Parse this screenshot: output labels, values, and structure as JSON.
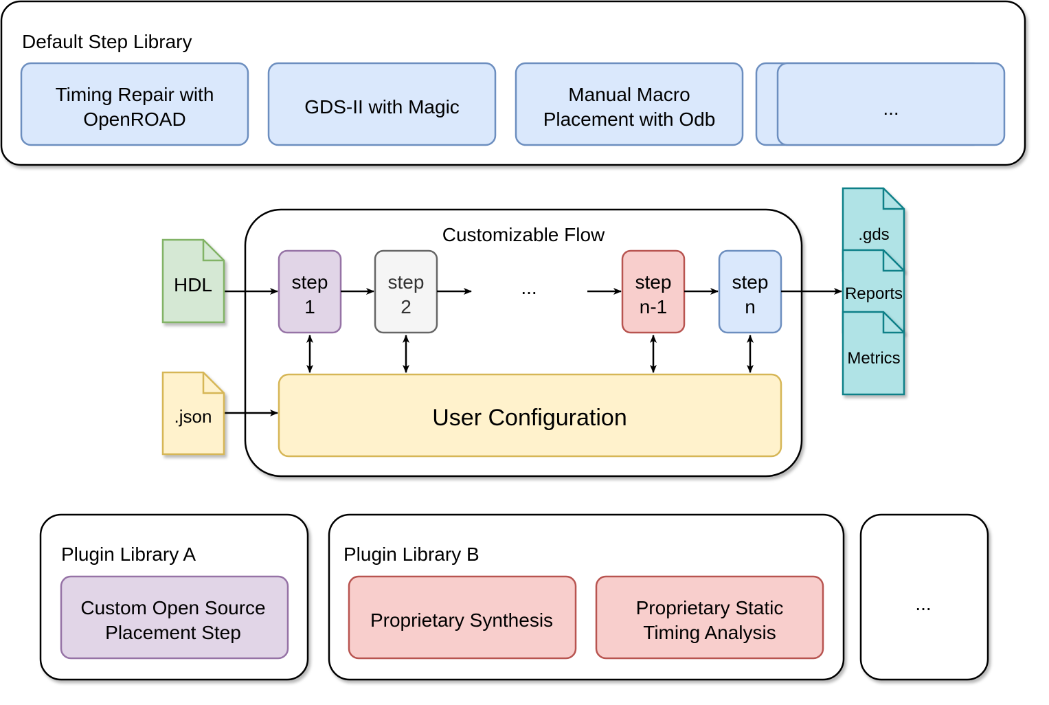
{
  "default_library": {
    "title": "Default Step Library",
    "steps": [
      {
        "lines": [
          "Timing Repair with",
          "OpenROAD"
        ]
      },
      {
        "lines": [
          "GDS-II with Magic"
        ]
      },
      {
        "lines": [
          "Manual Macro",
          "Placement with Odb"
        ]
      },
      {
        "lines": [
          "..."
        ]
      }
    ]
  },
  "flow": {
    "title": "Customizable Flow",
    "steps": [
      {
        "label_top": "step",
        "label_bottom": "1"
      },
      {
        "label_top": "step",
        "label_bottom": "2"
      },
      {
        "label_top": "step",
        "label_bottom": "n-1"
      },
      {
        "label_top": "step",
        "label_bottom": "n"
      }
    ],
    "ellipsis": "...",
    "config_label": "User Configuration"
  },
  "inputs": {
    "hdl": "HDL",
    "json": ".json"
  },
  "outputs": [
    ".gds",
    "Reports",
    "Metrics"
  ],
  "plugin_a": {
    "title": "Plugin Library A",
    "steps": [
      {
        "lines": [
          "Custom Open Source",
          "Placement Step"
        ]
      }
    ]
  },
  "plugin_b": {
    "title": "Plugin Library B",
    "steps": [
      {
        "lines": [
          "Proprietary Synthesis"
        ]
      },
      {
        "lines": [
          "Proprietary Static",
          "Timing Analysis"
        ]
      }
    ]
  },
  "plugin_more": {
    "label": "..."
  },
  "colors": {
    "blue_fill": "#dae8fc",
    "blue_stroke": "#6c8ebf",
    "purple_fill": "#e1d5e7",
    "purple_stroke": "#9673a6",
    "gray_fill": "#f5f5f5",
    "gray_stroke": "#666666",
    "red_fill": "#f8cecc",
    "red_stroke": "#b85450",
    "yellow_fill": "#fff2cc",
    "yellow_stroke": "#d6b656",
    "green_fill": "#d5e8d4",
    "green_stroke": "#82b366",
    "teal_fill": "#b0e3e6",
    "teal_stroke": "#0e8088"
  }
}
